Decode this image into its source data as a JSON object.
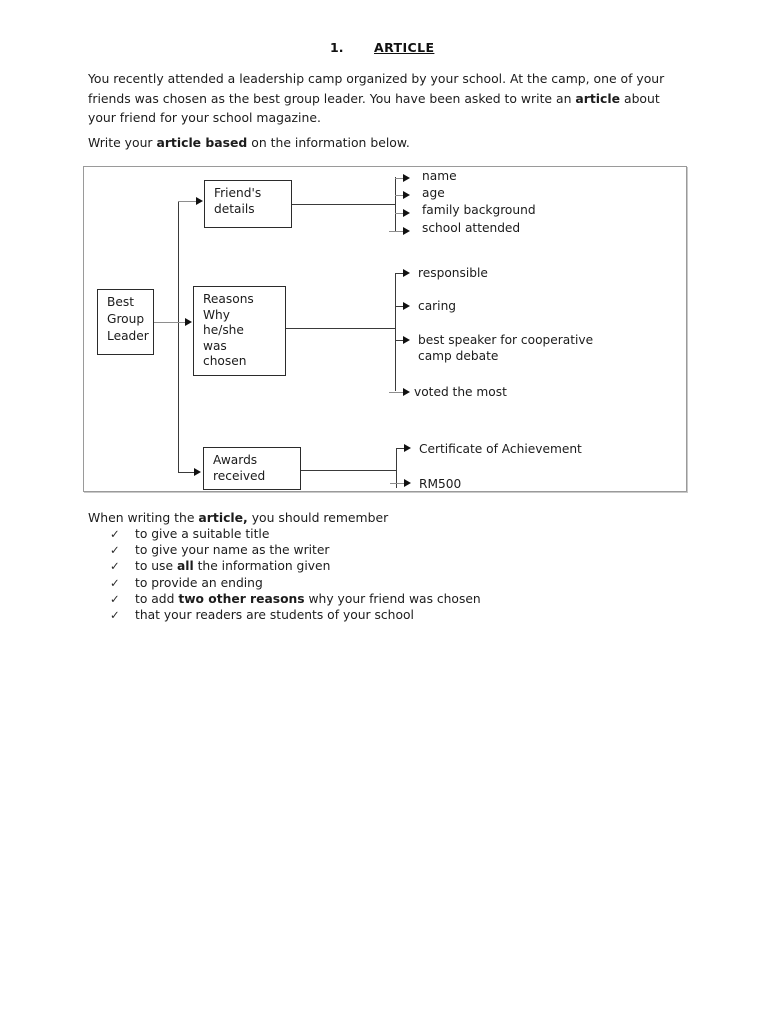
{
  "heading": {
    "number": "1.",
    "title": "ARTICLE"
  },
  "intro": {
    "paragraph_html": "You recently attended a leadership camp organized by your school.  At the camp, one of your friends was chosen as the best group leader.  You have been asked to write an <b>article</b> about your friend for your school magazine.",
    "instruction_html": "Write your <b>article based</b> on the information below."
  },
  "diagram": {
    "nodes": {
      "root": "Best Group Leader",
      "friend_details": "Friend's\ndetails",
      "reasons": "Reasons\nWhy\nhe/she\nwas\nchosen",
      "awards": "Awards\nreceived"
    },
    "friend_details_items": [
      "name",
      "age",
      "family background",
      "school attended"
    ],
    "reasons_items": [
      "responsible",
      "caring",
      "best speaker for cooperative\ncamp debate",
      "voted the most"
    ],
    "awards_items": [
      "Certificate of Achievement",
      "RM500"
    ]
  },
  "footer": {
    "remember_html": "When writing the <b>article,</b> you should remember",
    "check_symbol": "✓",
    "checklist_html": [
      "to give  a suitable title",
      "to give your name as the writer",
      "to use <b>all</b> the information given",
      "to provide an ending",
      "to add <b>two other reasons</b> why your friend was chosen",
      "that your readers are students of your school"
    ]
  }
}
